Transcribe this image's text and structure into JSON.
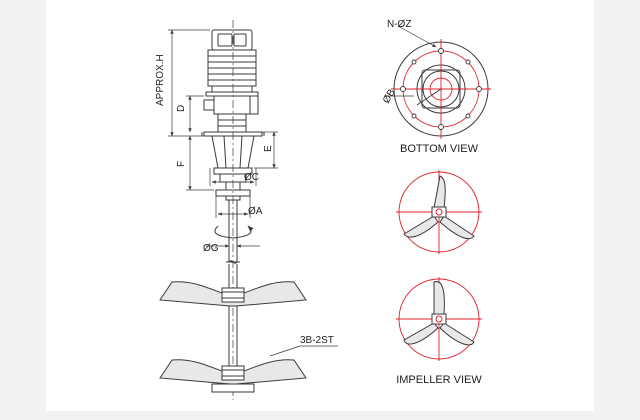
{
  "drawing": {
    "dimension_labels": {
      "approx_height": "APPROX.H",
      "d": "D",
      "f": "F",
      "e": "E",
      "oc": "ØC",
      "oa": "ØA",
      "og": "ØG",
      "impeller_type": "3B-2ST"
    },
    "bottom_view": {
      "title": "BOTTOM VIEW",
      "holes_label": "N-ØZ",
      "bolt_circle_label": "ØB"
    },
    "impeller_view": {
      "title": "IMPELLER VIEW"
    },
    "colors": {
      "line": "#3a3a3a",
      "red": "#e0202a",
      "blade_fill": "#e8e8e8",
      "background": "#f2f2f2",
      "sheet": "#ffffff"
    }
  }
}
